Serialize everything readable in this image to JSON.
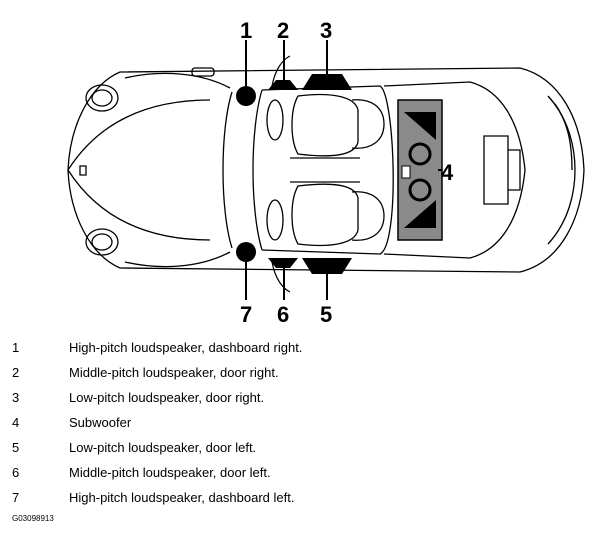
{
  "callouts": [
    "1",
    "2",
    "3",
    "4",
    "5",
    "6",
    "7"
  ],
  "legend": [
    {
      "num": "1",
      "text": "High-pitch loudspeaker, dashboard right."
    },
    {
      "num": "2",
      "text": "Middle-pitch loudspeaker, door right."
    },
    {
      "num": "3",
      "text": "Low-pitch loudspeaker, door right."
    },
    {
      "num": "4",
      "text": "Subwoofer"
    },
    {
      "num": "5",
      "text": "Low-pitch loudspeaker, door left."
    },
    {
      "num": "6",
      "text": "Middle-pitch loudspeaker, door left."
    },
    {
      "num": "7",
      "text": "High-pitch loudspeaker, dashboard left."
    }
  ],
  "figure_code": "G03098913"
}
